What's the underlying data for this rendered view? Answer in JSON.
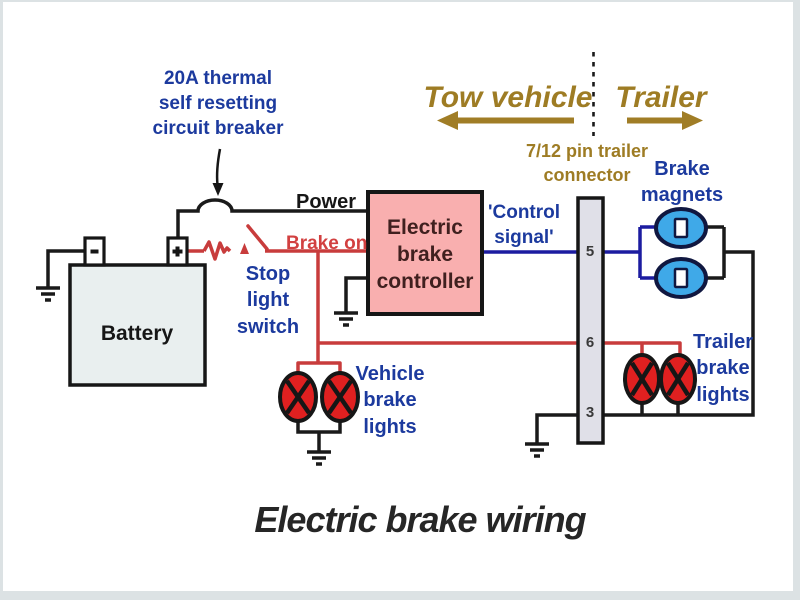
{
  "title": "Electric brake wiring",
  "regions": {
    "tow_vehicle": "Tow vehicle",
    "trailer": "Trailer"
  },
  "labels": {
    "circuit_breaker": {
      "lines": [
        "20A thermal",
        "self resetting",
        "circuit breaker"
      ]
    },
    "power": "Power",
    "brake_on": "Brake on",
    "stop_light_switch": {
      "lines": [
        "Stop",
        "light",
        "switch"
      ]
    },
    "battery": "Battery",
    "controller": {
      "lines": [
        "Electric",
        "brake",
        "controller"
      ]
    },
    "control_signal": {
      "lines": [
        "'Control",
        "signal'"
      ]
    },
    "connector": {
      "lines": [
        "7/12 pin trailer",
        "connector"
      ]
    },
    "brake_magnets": {
      "lines": [
        "Brake",
        "magnets"
      ]
    },
    "vehicle_brake_lights": {
      "lines": [
        "Vehicle",
        "brake",
        "lights"
      ]
    },
    "trailer_brake_lights": {
      "lines": [
        "Trailer",
        "brake",
        "lights"
      ]
    }
  },
  "connector_pins": [
    "5",
    "6",
    "3"
  ],
  "colors": {
    "wire_black": "#1a1a1a",
    "wire_red": "#c83c3c",
    "wire_blue": "#1c1ca0",
    "label_blue": "#1c3a9e",
    "label_gold": "#9e7c24",
    "label_red": "#d24040",
    "controller_fill": "#f9afaf",
    "controller_text": "#40201f",
    "battery_fill": "#e9efef",
    "connector_bar_fill": "#e0e0e8",
    "magnet_fill": "#3fa9e8",
    "magnet_border": "#101740",
    "light_fill": "#e02020",
    "title_color": "#262626"
  }
}
